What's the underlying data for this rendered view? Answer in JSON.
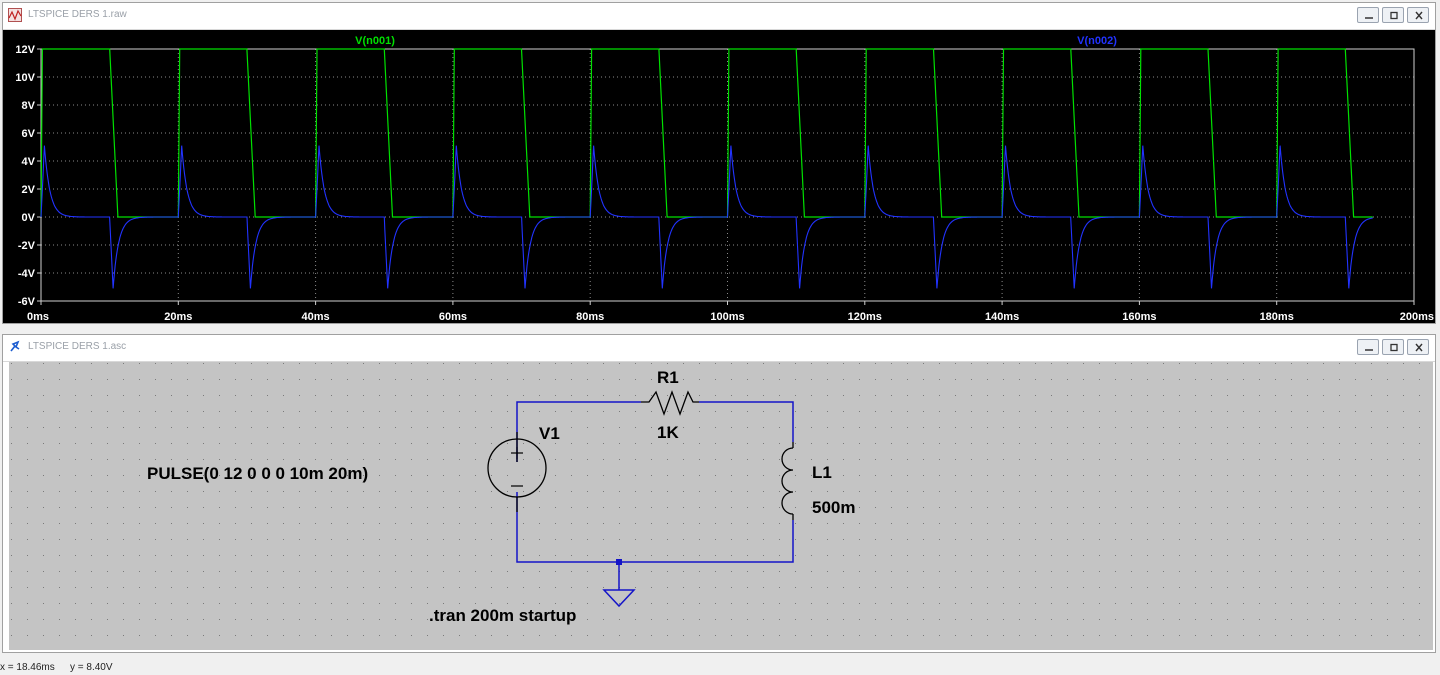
{
  "plot_window": {
    "title": "LTSPICE DERS 1.raw"
  },
  "schematic_window": {
    "title": "LTSPICE DERS 1.asc",
    "components": {
      "r1_name": "R1",
      "r1_value": "1K",
      "v1_name": "V1",
      "v1_value": "PULSE(0 12 0 0 0 10m 20m)",
      "l1_name": "L1",
      "l1_value": "500m",
      "directive": ".tran 200m startup"
    }
  },
  "status_bar": {
    "x_readout": "x = 18.46ms",
    "y_readout": "y = 8.40V"
  },
  "colors": {
    "v_n001": "#00e000",
    "v_n002": "#2233ff",
    "wire": "#1414c8",
    "plot_bg": "#000000",
    "schematic_bg": "#c4c4c4"
  },
  "chart_data": {
    "type": "line",
    "title": "",
    "xlabel": "",
    "ylabel": "",
    "xlim": [
      0,
      200
    ],
    "ylim": [
      -6,
      12
    ],
    "x_ticks": [
      "0ms",
      "20ms",
      "40ms",
      "60ms",
      "80ms",
      "100ms",
      "120ms",
      "140ms",
      "160ms",
      "180ms",
      "200ms"
    ],
    "x_tick_values": [
      0,
      20,
      40,
      60,
      80,
      100,
      120,
      140,
      160,
      180,
      200
    ],
    "y_ticks": [
      "12V",
      "10V",
      "8V",
      "6V",
      "4V",
      "2V",
      "0V",
      "-2V",
      "-4V",
      "-6V"
    ],
    "y_tick_values": [
      12,
      10,
      8,
      6,
      4,
      2,
      0,
      -2,
      -4,
      -6
    ],
    "grid": true,
    "series": [
      {
        "name": "V(n001)",
        "color": "#00e000",
        "x": [
          0,
          0.2,
          10,
          11.2,
          14,
          20,
          20.2,
          30,
          31.2,
          34,
          40,
          40.2,
          50,
          51.2,
          54,
          60,
          60.2,
          70,
          71.2,
          74,
          80,
          80.2,
          90,
          91.2,
          94,
          100,
          100.2,
          110,
          111.2,
          114,
          120,
          120.2,
          130,
          131.2,
          134,
          140,
          140.2,
          150,
          151.2,
          154,
          160,
          160.2,
          170,
          171.2,
          174,
          180,
          180.2,
          190,
          191.2,
          194
        ],
        "y": [
          0,
          12,
          12,
          0,
          0,
          0,
          12,
          12,
          0,
          0,
          0,
          12,
          12,
          0,
          0,
          0,
          12,
          12,
          0,
          0,
          0,
          12,
          12,
          0,
          0,
          0,
          12,
          12,
          0,
          0,
          0,
          12,
          12,
          0,
          0,
          0,
          12,
          12,
          0,
          0,
          0,
          12,
          12,
          0,
          0,
          0,
          12,
          12,
          0,
          0
        ]
      },
      {
        "name": "V(n002)",
        "color": "#2233ff",
        "period": 20,
        "pulse_width": 10,
        "end": 194,
        "pos_peak": 5.1,
        "neg_peak": -5.1,
        "rise_ms": 0.5,
        "decay_tau_ms": 0.8
      }
    ]
  }
}
